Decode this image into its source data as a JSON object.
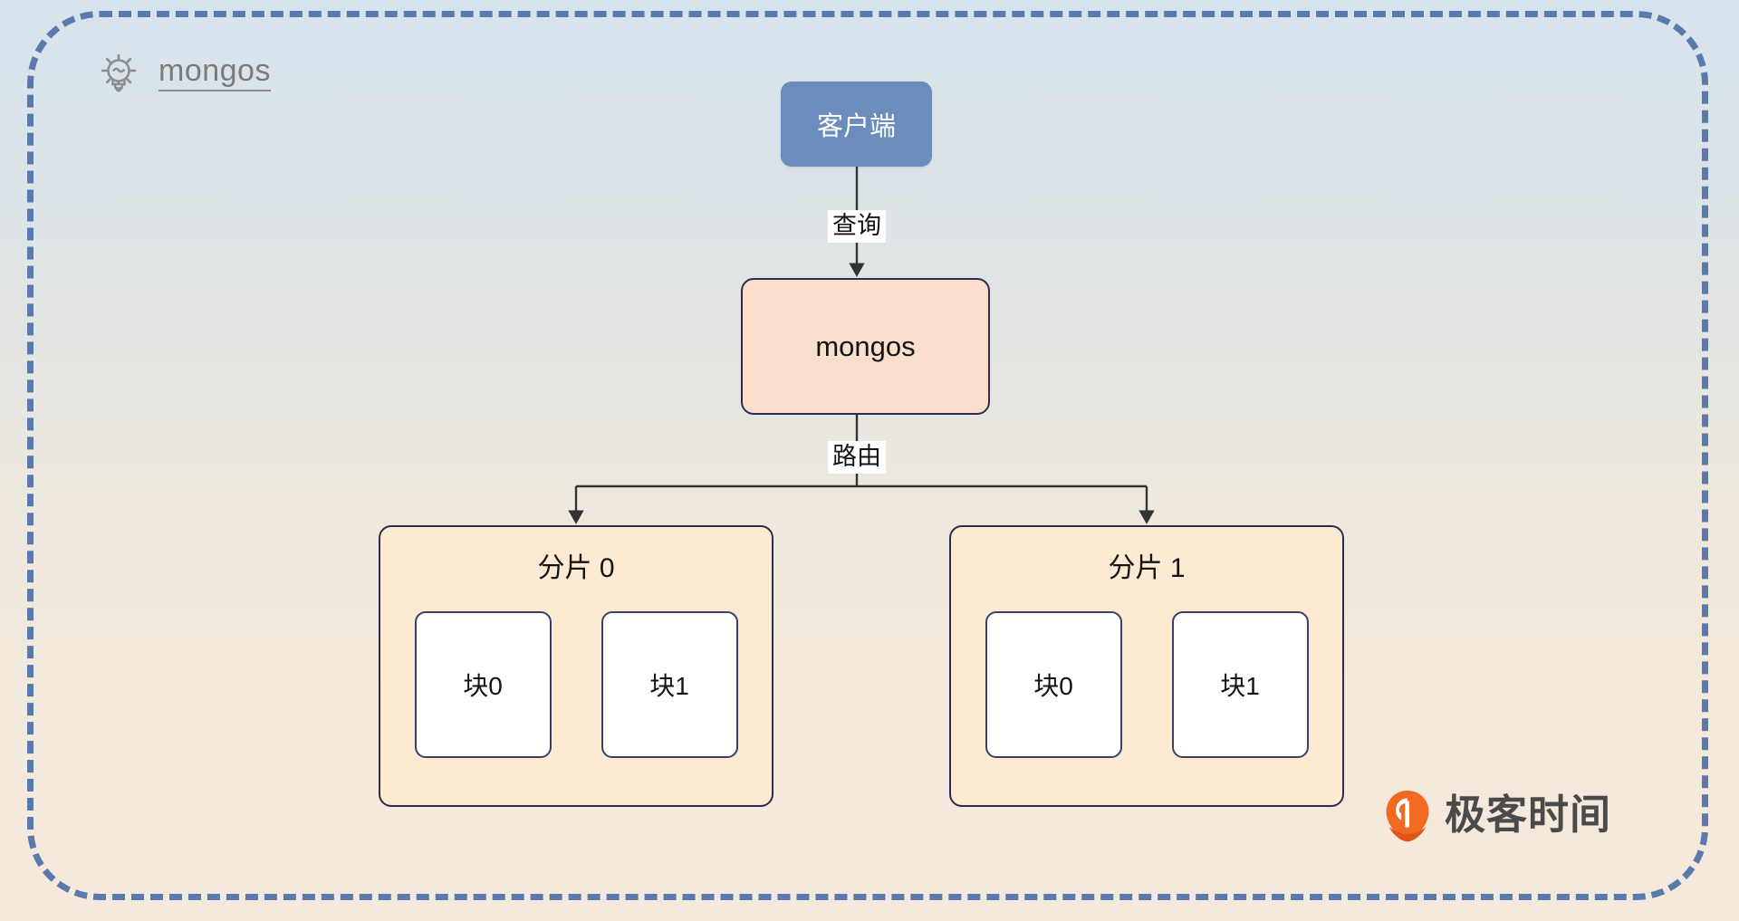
{
  "header": {
    "icon": "lightbulb-icon",
    "title": "mongos"
  },
  "diagram": {
    "client": {
      "label": "客户端"
    },
    "mongos": {
      "label": "mongos"
    },
    "edges": {
      "client_to_mongos": "查询",
      "mongos_to_shards": "路由"
    },
    "shards": [
      {
        "title": "分片 0",
        "chunks": [
          {
            "label": "块0"
          },
          {
            "label": "块1"
          }
        ]
      },
      {
        "title": "分片 1",
        "chunks": [
          {
            "label": "块0"
          },
          {
            "label": "块1"
          }
        ]
      }
    ]
  },
  "watermark": {
    "brand": "极客时间",
    "mark": "geektime-pin-icon"
  },
  "colors": {
    "frame_dashed": "#5a79ad",
    "client_fill": "#6c8cbe",
    "mongos_fill": "#fbdfcd",
    "shard_fill": "#fdead2",
    "chunk_fill": "#ffffff",
    "node_stroke": "#2d2e4f",
    "edge_stroke": "#333333",
    "title_text": "#7b7b7b",
    "logo_orange": "#f26a21",
    "logo_text_gray": "#4a4a4a",
    "bg_top": "#d7e3ec",
    "bg_bottom": "#f4e9dc"
  }
}
